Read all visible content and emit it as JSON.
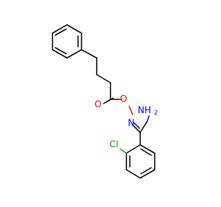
{
  "molecule": {
    "atoms": {
      "o_carbonyl": "O",
      "o_ester": "O",
      "n_imine": "N",
      "nh_amine": "NH",
      "nh_subscript": "2",
      "cl": "Cl"
    },
    "colors": {
      "bond": "#000000",
      "oxygen": "#ff0000",
      "nitrogen": "#0000ff",
      "chlorine": "#00aa00"
    }
  }
}
